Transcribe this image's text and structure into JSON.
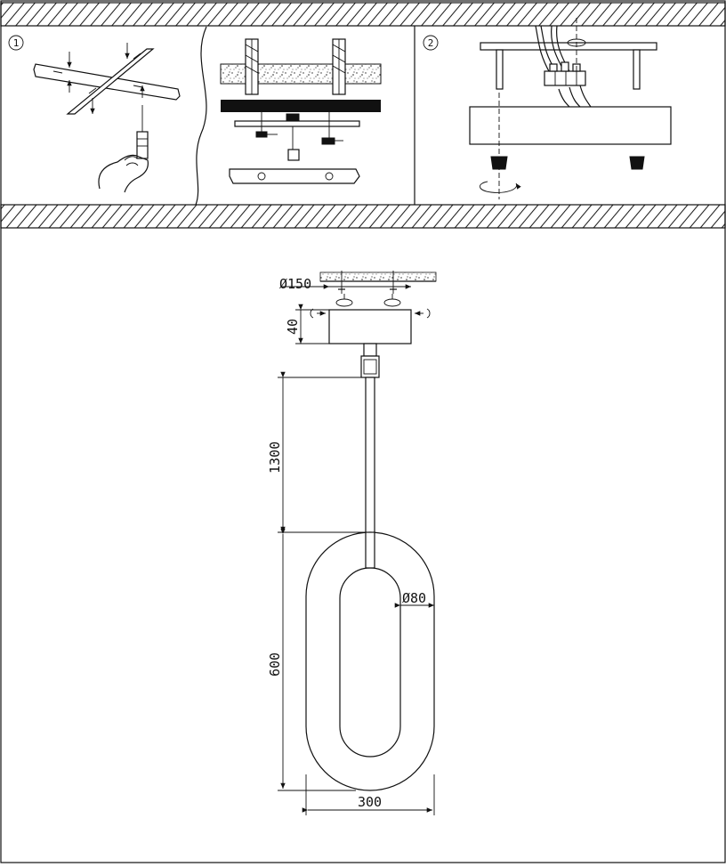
{
  "steps": {
    "step1": {
      "marker": "1"
    },
    "step2": {
      "marker": "2"
    }
  },
  "dimensions": {
    "canopy_diameter": "Ø150",
    "canopy_height": "40",
    "cable_length": "1300",
    "ring_height": "600",
    "ring_width": "300",
    "ring_inner": "Ø80"
  },
  "icons": [
    "screw-icon",
    "drill-icon",
    "rotate-arrow-icon",
    "wire-connector-icon",
    "hatch-ceiling-icon"
  ]
}
